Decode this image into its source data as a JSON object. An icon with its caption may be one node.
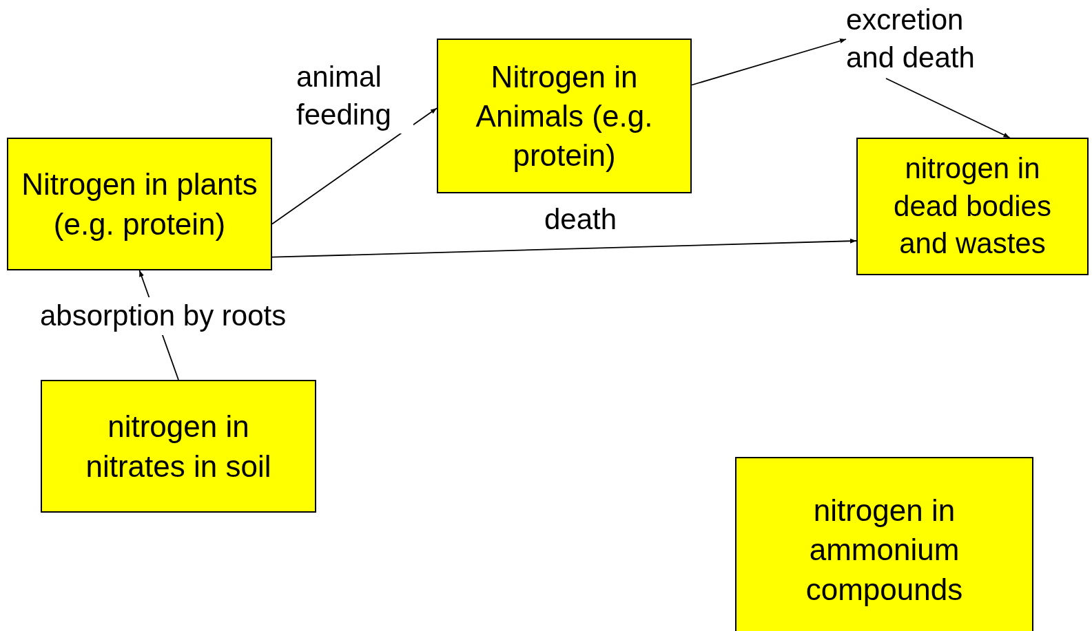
{
  "diagram": {
    "nodes": [
      {
        "text": [
          "excretion and death"
        ]
      },
      {
        "text": [
          "Nitrogen in Animals (e.g. protein)"
        ]
      },
      {
        "text": [
          "Nitrogen in plants (e.g. protein)"
        ]
      },
      {
        "text": [
          "nitrogen in dead bodies and wastes"
        ]
      },
      {
        "text": [
          "nitrogen in nitrates in soil"
        ]
      },
      {
        "text": [
          "nitrogen in ammonium compounds"
        ]
      }
    ],
    "edges": [
      {
        "from": 1,
        "to": 0,
        "arrow": "to"
      },
      {
        "from": 0,
        "to": 3,
        "arrow": "to"
      },
      {
        "from": 2,
        "to": 1,
        "arrow": "to",
        "label": "animal feeding"
      },
      {
        "from": 2,
        "to": 3,
        "arrow": "to",
        "label": "death"
      },
      {
        "from": 4,
        "to": 2,
        "arrow": "to",
        "label": "absorption by roots"
      }
    ]
  }
}
